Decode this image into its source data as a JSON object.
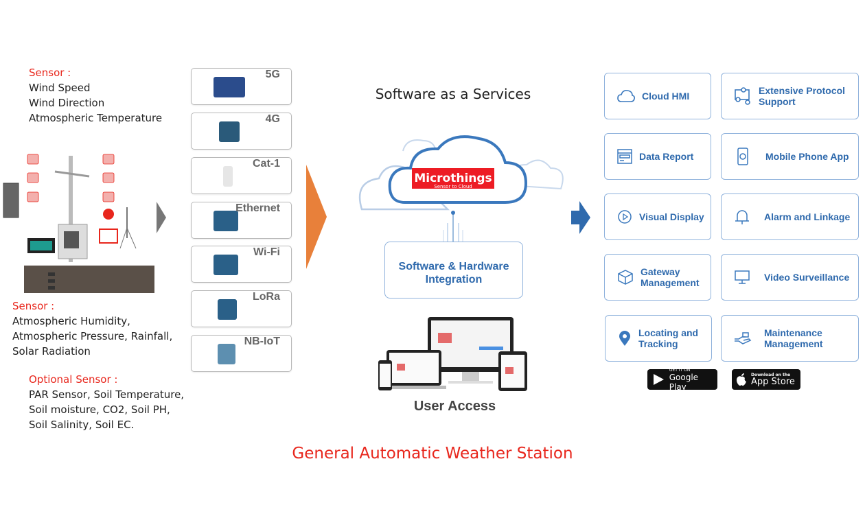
{
  "left": {
    "sensor1": {
      "heading": "Sensor :",
      "items": [
        "Wind Speed",
        "Wind Direction",
        "Atmospheric Temperature"
      ]
    },
    "sensor2": {
      "heading": "Sensor :",
      "items": [
        "Atmospheric Humidity,",
        "Atmospheric Pressure, Rainfall,",
        "Solar Radiation"
      ]
    },
    "optional": {
      "heading": "Optional Sensor :",
      "items": [
        "PAR Sensor, Soil Temperature,",
        "Soil moisture, CO2, Soil PH,",
        "Soil Salinity, Soil EC."
      ]
    }
  },
  "connectivity": [
    "5G",
    "4G",
    "Cat-1",
    "Ethernet",
    "Wi-Fi",
    "LoRa",
    "NB-IoT"
  ],
  "center": {
    "title": "Software as a Services",
    "brand": "Microthings",
    "brand_tagline": "Sensor to Cloud",
    "integration": [
      "Software & Hardware",
      "Integration"
    ],
    "user_access": "User Access"
  },
  "features": [
    {
      "label": "Cloud HMI",
      "icon": "cloud-icon"
    },
    {
      "label": "Extensive Protocol Support",
      "icon": "protocol-icon"
    },
    {
      "label": "Data Report",
      "icon": "report-icon"
    },
    {
      "label": "Mobile Phone App",
      "icon": "mobile-icon"
    },
    {
      "label": "Visual Display",
      "icon": "play-icon"
    },
    {
      "label": "Alarm and Linkage",
      "icon": "alarm-icon"
    },
    {
      "label": "Gateway Management",
      "icon": "box-icon"
    },
    {
      "label": "Video Surveillance",
      "icon": "monitor-icon"
    },
    {
      "label": "Locating and Tracking",
      "icon": "location-icon"
    },
    {
      "label": "Maintenance Management",
      "icon": "hand-icon"
    }
  ],
  "badges": {
    "google_small": "GET IT ON",
    "google_big": "Google Play",
    "apple_small": "Download on the",
    "apple_big": "App Store"
  },
  "footer_title": "General Automatic Weather Station",
  "colors": {
    "accent_red": "#e8261c",
    "accent_blue": "#2f6aad",
    "arrow_orange": "#e8803a"
  }
}
